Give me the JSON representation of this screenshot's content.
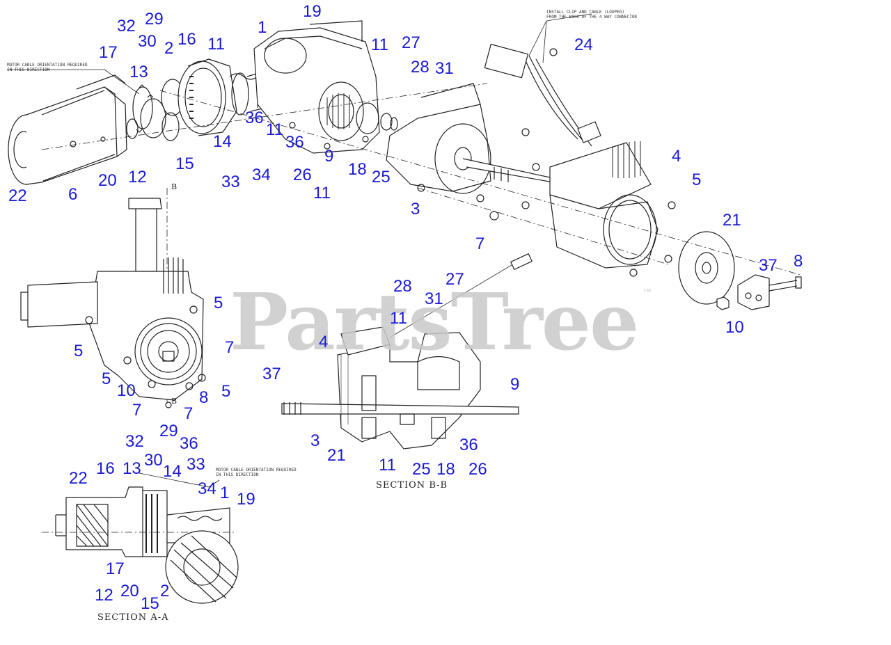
{
  "watermark": {
    "brand": "PartsTree",
    "trademark": "™"
  },
  "section_titles": {
    "a_a": "SECTION  A-A",
    "b_b": "SECTION  B-B"
  },
  "notes": {
    "motor_orientation_top": "MOTOR CABLE ORIENTATION REQUIRED\nIN THIS DIRECTION",
    "motor_orientation_bottom": "MOTOR CABLE ORIENTATION REQUIRED\nIN THIS DIRECTION",
    "clip_note": "INSTALL CLIP AND CABLE (LOOPED)\nFROM THE BACK OF THE 4 WAY CONNECTOR"
  },
  "section_markers": {
    "top": "B",
    "bottom": "B"
  },
  "callouts": {
    "exploded": [
      "19",
      "1",
      "11",
      "27",
      "24",
      "32",
      "29",
      "16",
      "30",
      "2",
      "11",
      "28",
      "31",
      "17",
      "13",
      "36",
      "11",
      "14",
      "36",
      "9",
      "18",
      "26",
      "25",
      "33",
      "34",
      "20",
      "12",
      "15",
      "22",
      "6",
      "11",
      "3",
      "4",
      "5",
      "7",
      "21",
      "37",
      "8",
      "10"
    ],
    "front_view": [
      "5",
      "5",
      "7",
      "5",
      "10",
      "8",
      "5",
      "7",
      "7"
    ],
    "section_b": [
      "28",
      "27",
      "31",
      "11",
      "4",
      "37",
      "9",
      "3",
      "21",
      "11",
      "25",
      "18",
      "26",
      "36"
    ],
    "section_a": [
      "32",
      "29",
      "36",
      "30",
      "14",
      "33",
      "22",
      "16",
      "13",
      "34",
      "1",
      "19",
      "17",
      "12",
      "20",
      "15",
      "2"
    ]
  }
}
